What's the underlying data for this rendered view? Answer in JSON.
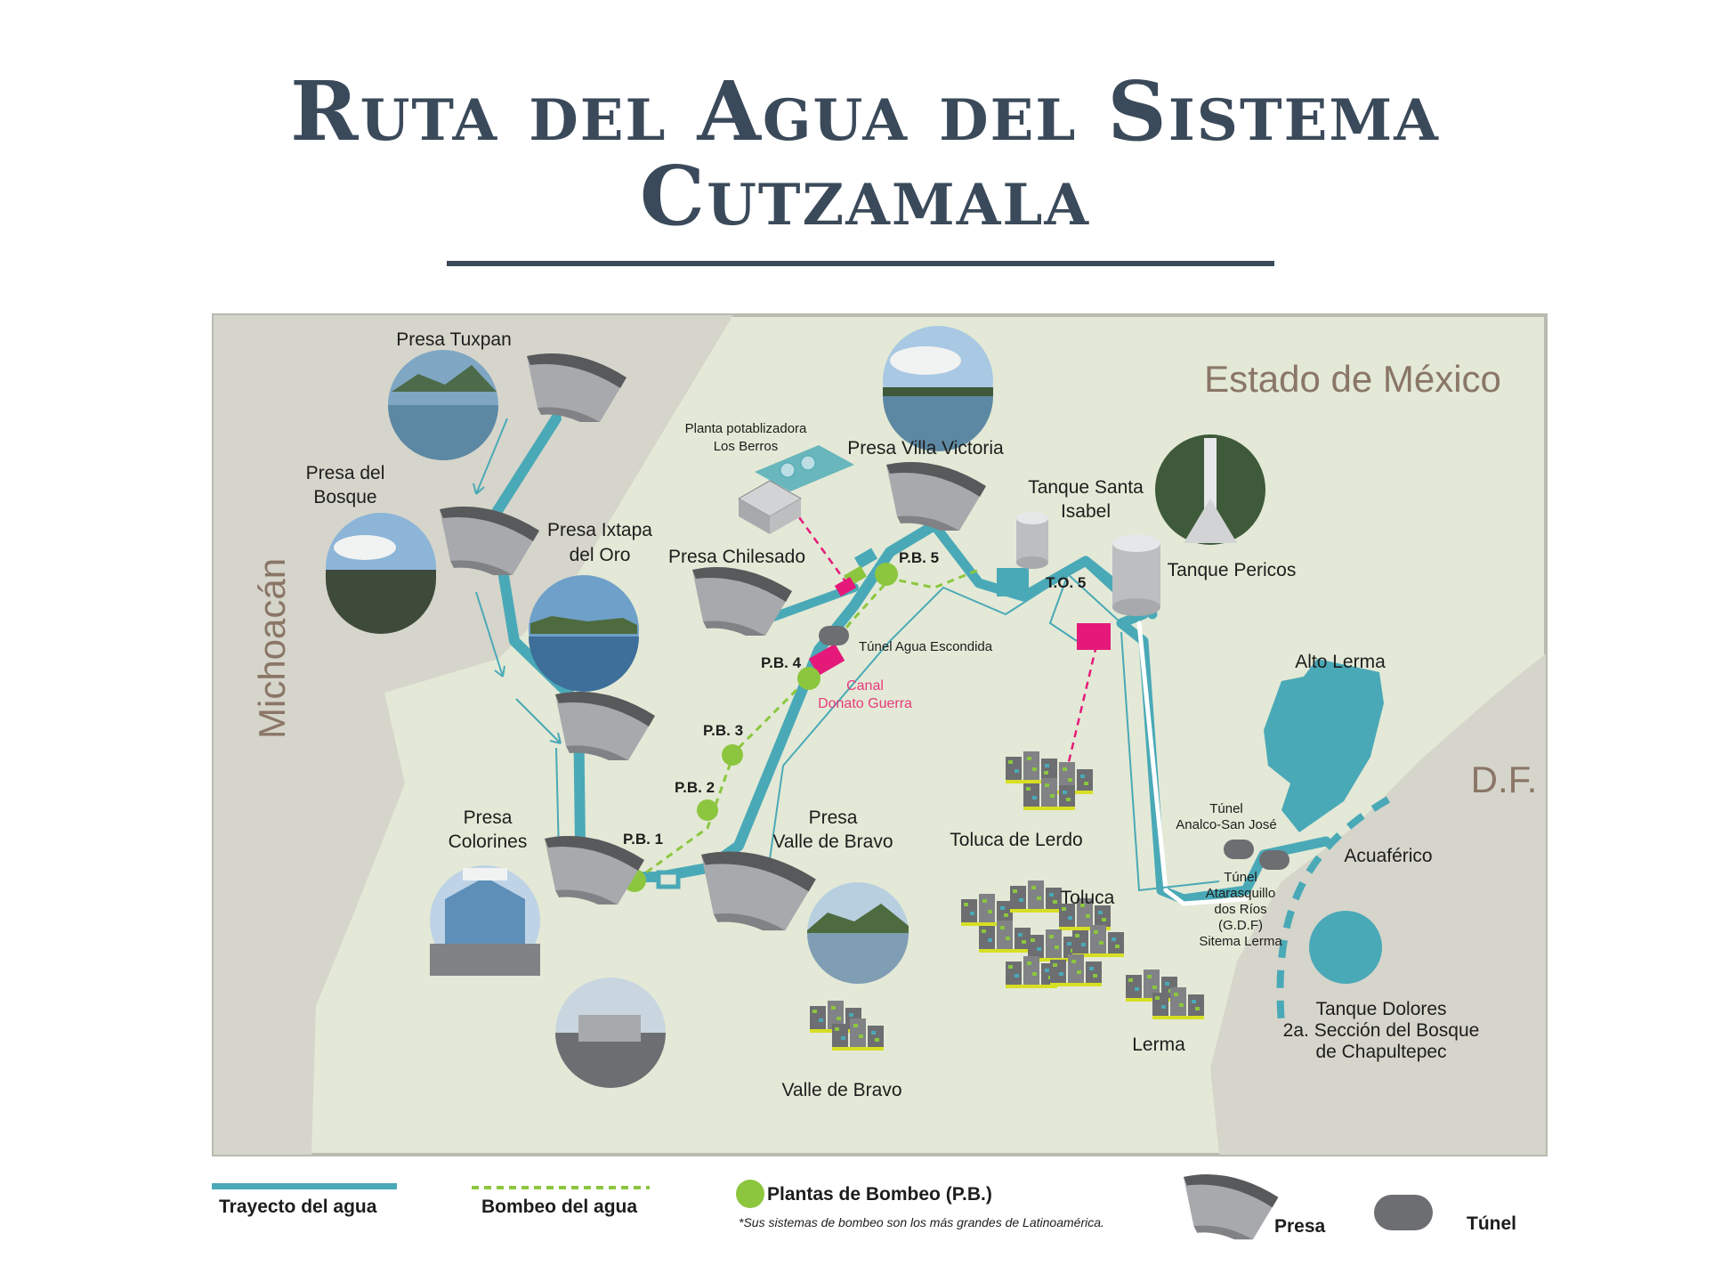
{
  "title": {
    "line1": "Ruta del Agua del Sistema",
    "line2": "Cutzamala"
  },
  "regions": {
    "michoacan": "Michoacán",
    "estado_mexico": "Estado de México",
    "df": "D.F."
  },
  "places": {
    "presa_tuxpan": "Presa Tuxpan",
    "presa_del_bosque": [
      "Presa del",
      "Bosque"
    ],
    "presa_ixtapa": [
      "Presa Ixtapa",
      "del Oro"
    ],
    "presa_colorines": [
      "Presa",
      "Colorines"
    ],
    "presa_valle_bravo": [
      "Presa",
      "Valle de Bravo"
    ],
    "presa_chilesado": "Presa Chilesado",
    "presa_villa_victoria": "Presa Villa Victoria",
    "planta_potabilizadora": [
      "Planta potablizadora",
      "Los Berros"
    ],
    "tanque_santa_isabel": [
      "Tanque Santa",
      "Isabel"
    ],
    "tanque_pericos": "Tanque Pericos",
    "alto_lerma": "Alto Lerma",
    "tunel_agua_escondida": "Túnel Agua Escondida",
    "canal_donato_guerra": [
      "Canal",
      "Donato Guerra"
    ],
    "toluca_de_lerdo": "Toluca de Lerdo",
    "toluca": "Toluca",
    "lerma": "Lerma",
    "valle_de_bravo": "Valle de Bravo",
    "tunel_analco": [
      "Túnel",
      "Analco-San José"
    ],
    "tunel_atarasquillo": [
      "Túnel",
      "Atarasquillo",
      "dos Ríos",
      "(G.D.F)",
      "Sitema Lerma"
    ],
    "acuaferico": "Acuaférico",
    "tanque_dolores": [
      "Tanque Dolores",
      "2a. Sección del Bosque",
      "de Chapultepec"
    ],
    "pb1": "P.B. 1",
    "pb2": "P.B. 2",
    "pb3": "P.B. 3",
    "pb4": "P.B. 4",
    "pb5": "P.B. 5",
    "to5": "T.O. 5"
  },
  "legend": {
    "trayecto": "Trayecto del agua",
    "bombeo": "Bombeo del agua",
    "plantas": "Plantas de Bombeo (P.B.)",
    "plantas_note": "*Sus sistemas de bombeo son los más grandes de Latinoamérica.",
    "presa": "Presa",
    "tunel": "Túnel"
  },
  "colors": {
    "water": "#4aa9b7",
    "pump": "#8cc63f",
    "pink": "#e5197a",
    "map_bg": "#e3e9d6",
    "gray_region": "#d6d5cb",
    "title": "#3b4a5a"
  }
}
